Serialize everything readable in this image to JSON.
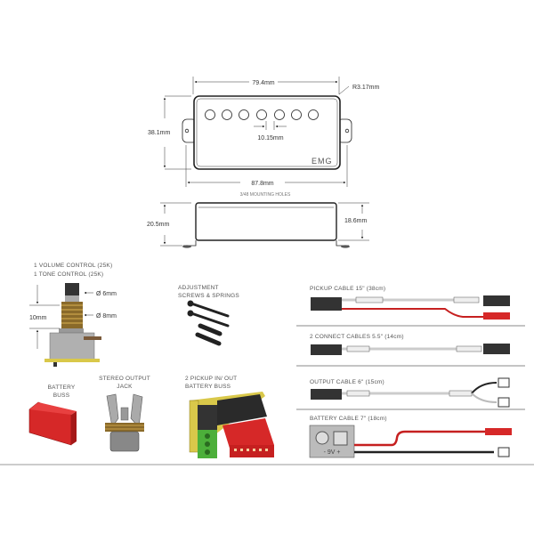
{
  "pickup": {
    "width_top": "79.4mm",
    "radius": "R3.17mm",
    "height": "38.1mm",
    "pole_spacing": "10.15mm",
    "logo": "EMG",
    "mount_width": "87.8mm",
    "mount_note": "3/48 MOUNTING HOLES",
    "side_height": "20.5mm",
    "side_body_height": "18.6mm"
  },
  "pot": {
    "label_1": "1 VOLUME CONTROL (25K)",
    "label_2": "1 TONE CONTROL (25K)",
    "shaft_dia": "Ø 6mm",
    "thread_dia": "Ø 8mm",
    "thread_len": "10mm"
  },
  "screws": {
    "label_1": "ADJUSTMENT",
    "label_2": "SCREWS & SPRINGS"
  },
  "battery_buss": {
    "label_1": "BATTERY",
    "label_2": "BUSS"
  },
  "jack": {
    "label_1": "STEREO OUTPUT",
    "label_2": "JACK"
  },
  "pickup_buss": {
    "label_1": "2 PICKUP IN/ OUT",
    "label_2": "BATTERY BUSS"
  },
  "cables": [
    {
      "label": "PICKUP CABLE 15\" (38cm)"
    },
    {
      "label": "2 CONNECT CABLES 5.5\" (14cm)"
    },
    {
      "label": "OUTPUT CABLE 6\" (15cm)"
    },
    {
      "label": "BATTERY CABLE 7\" (18cm)"
    }
  ],
  "battery_clip": {
    "text": "- 9V +"
  },
  "colors": {
    "red": "#d62828",
    "green": "#4caf3a",
    "black": "#222222",
    "yellow": "#d9c84a"
  }
}
